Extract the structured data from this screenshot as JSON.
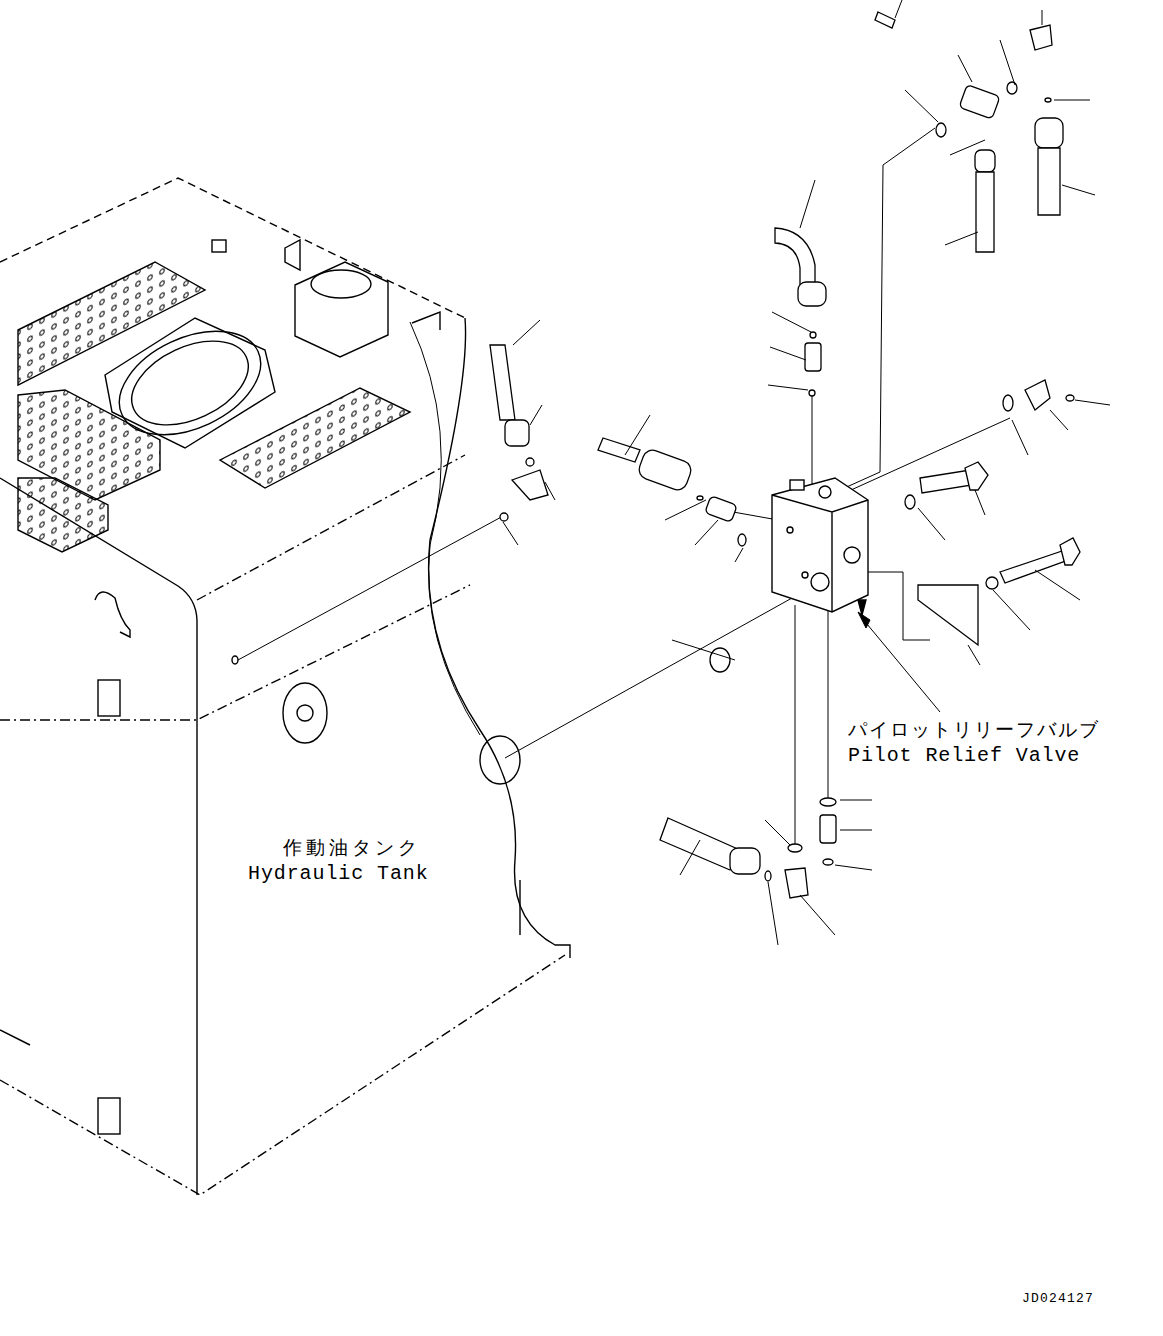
{
  "diagram": {
    "labels": [
      "パイロットリリーフバルブ",
      "Pilot Relief Valve",
      "作動油タンク",
      "Hydraulic Tank",
      "JD024127"
    ]
  }
}
